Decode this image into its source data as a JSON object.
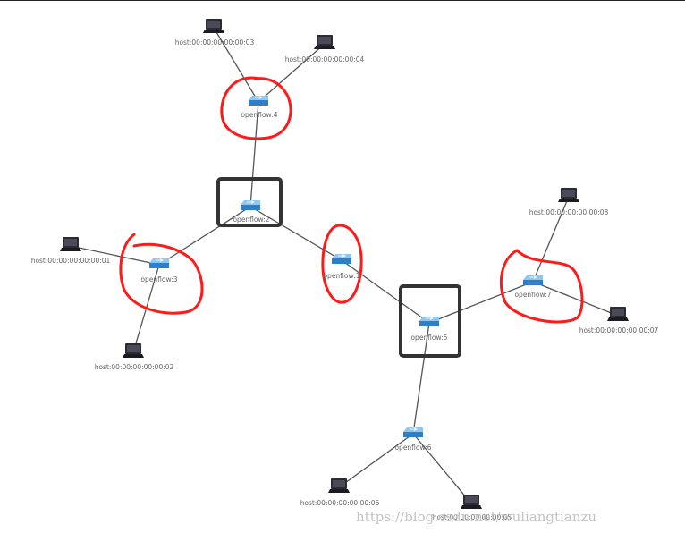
{
  "colors": {
    "link": "#555555",
    "switch_top": "#8ec8f2",
    "switch_side": "#2f7fc8",
    "host_screen": "#2b2b33",
    "host_base": "#1a1a1f",
    "circle_annotation": "#ff1a1a",
    "box_annotation": "#333333",
    "label": "#666666"
  },
  "switches": [
    {
      "id": "s4",
      "label": "openflow:4"
    },
    {
      "id": "s2",
      "label": "openflow:2"
    },
    {
      "id": "s3",
      "label": "openflow:3"
    },
    {
      "id": "s1",
      "label": "openflow:1"
    },
    {
      "id": "s5",
      "label": "openflow:5"
    },
    {
      "id": "s7",
      "label": "openflow:7"
    },
    {
      "id": "s6",
      "label": "openflow:6"
    }
  ],
  "hosts": [
    {
      "id": "h3",
      "label": "host:00:00:00:00:00:03"
    },
    {
      "id": "h4",
      "label": "host:00:00:00:00:00:04"
    },
    {
      "id": "h1",
      "label": "host:00:00:00:00:00:01"
    },
    {
      "id": "h2",
      "label": "host:00:00:00:00:00:02"
    },
    {
      "id": "h8",
      "label": "host:00:00:00:00:00:08"
    },
    {
      "id": "h7",
      "label": "host:00:00:00:00:00:07"
    },
    {
      "id": "h6",
      "label": "host:00:00:00:00:00:06"
    },
    {
      "id": "h5",
      "label": "host:00:00:00:00:00:05"
    }
  ],
  "links": [
    [
      "h3",
      "s4"
    ],
    [
      "h4",
      "s4"
    ],
    [
      "s4",
      "s2"
    ],
    [
      "s2",
      "s3"
    ],
    [
      "s2",
      "s1"
    ],
    [
      "h1",
      "s3"
    ],
    [
      "h2",
      "s3"
    ],
    [
      "s1",
      "s5"
    ],
    [
      "s5",
      "s7"
    ],
    [
      "s5",
      "s6"
    ],
    [
      "h8",
      "s7"
    ],
    [
      "h7",
      "s7"
    ],
    [
      "h6",
      "s6"
    ],
    [
      "h5",
      "s6"
    ]
  ],
  "circled_switches": [
    "s4",
    "s3",
    "s1",
    "s7"
  ],
  "boxed_switches": [
    "s2",
    "s5"
  ],
  "watermark": "https://blog.csdn.net/wuliangtianzu"
}
